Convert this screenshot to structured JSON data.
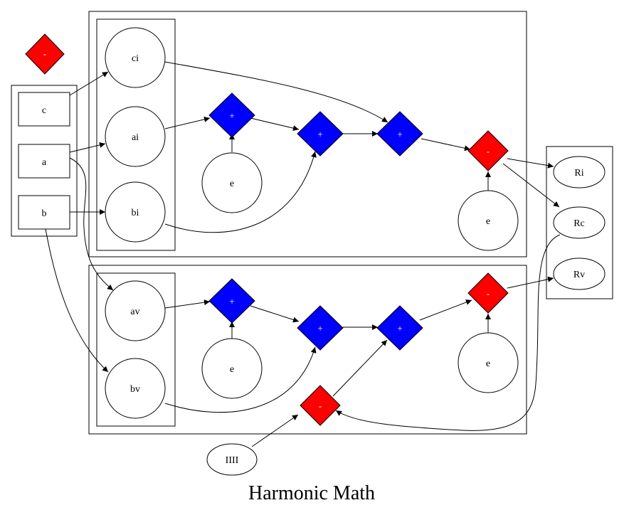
{
  "title": "Harmonic Math",
  "colors": {
    "add": "#0000ff",
    "sub": "#ff0000",
    "stroke": "#000000",
    "op_text": "#ffffff"
  },
  "inputs": {
    "c": "c",
    "a": "a",
    "b": "b"
  },
  "legend_op": "-",
  "top": {
    "ci": "ci",
    "ai": "ai",
    "bi": "bi",
    "add1": "+",
    "add2": "+",
    "add3": "+",
    "sub1": "-",
    "e1": "e",
    "e2": "e"
  },
  "bottom": {
    "av": "av",
    "bv": "bv",
    "add1": "+",
    "add2": "+",
    "add3": "+",
    "sub1": "-",
    "sub2": "-",
    "e1": "e",
    "e2": "e",
    "iiii": "IIII"
  },
  "results": {
    "ri": "Ri",
    "rc": "Rc",
    "rv": "Rv"
  }
}
